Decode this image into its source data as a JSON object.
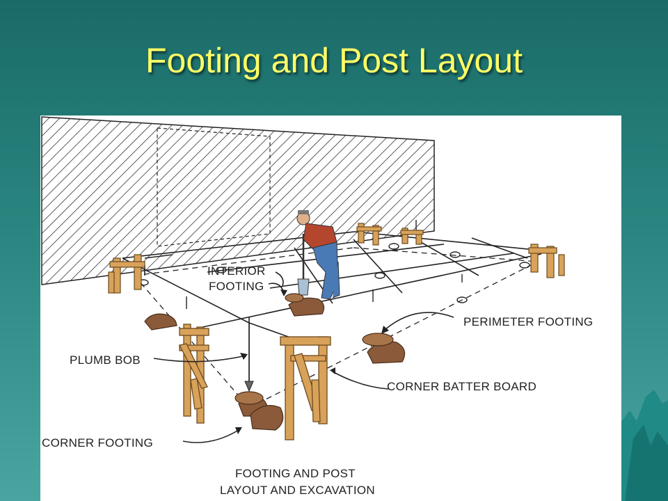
{
  "slide": {
    "title": "Footing and Post Layout"
  },
  "diagram": {
    "labels": {
      "interior_footing_1": "INTERIOR",
      "interior_footing_2": "FOOTING",
      "perimeter_footing": "PERIMETER FOOTING",
      "plumb_bob": "PLUMB BOB",
      "corner_batter_board": "CORNER BATTER BOARD",
      "corner_footing": "CORNER FOOTING",
      "caption_1": "FOOTING AND POST",
      "caption_2": "LAYOUT AND EXCAVATION"
    },
    "colors": {
      "wood": "#d9a25a",
      "wood_dark": "#9c6a2e",
      "dirt": "#8a5a3a",
      "shirt": "#b5462e",
      "jeans": "#4a7ab5",
      "title_yellow": "#ffff66"
    }
  }
}
